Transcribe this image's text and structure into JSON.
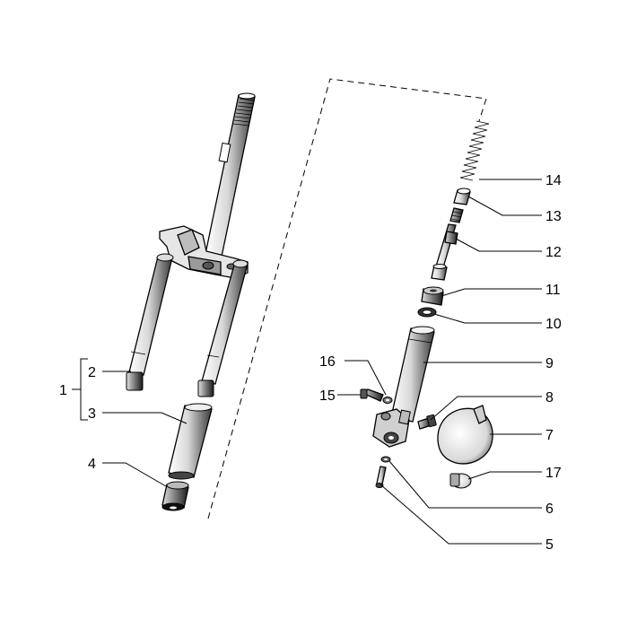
{
  "diagram": {
    "type": "exploded-parts-diagram",
    "callouts": [
      {
        "key": "c1",
        "text": "1"
      },
      {
        "key": "c2",
        "text": "2"
      },
      {
        "key": "c3",
        "text": "3"
      },
      {
        "key": "c4",
        "text": "4"
      },
      {
        "key": "c5",
        "text": "5"
      },
      {
        "key": "c6",
        "text": "6"
      },
      {
        "key": "c7",
        "text": "7"
      },
      {
        "key": "c8",
        "text": "8"
      },
      {
        "key": "c9",
        "text": "9"
      },
      {
        "key": "c10",
        "text": "10"
      },
      {
        "key": "c11",
        "text": "11"
      },
      {
        "key": "c12",
        "text": "12"
      },
      {
        "key": "c13",
        "text": "13"
      },
      {
        "key": "c14",
        "text": "14"
      },
      {
        "key": "c15",
        "text": "15"
      },
      {
        "key": "c16",
        "text": "16"
      },
      {
        "key": "c17",
        "text": "17"
      }
    ]
  }
}
